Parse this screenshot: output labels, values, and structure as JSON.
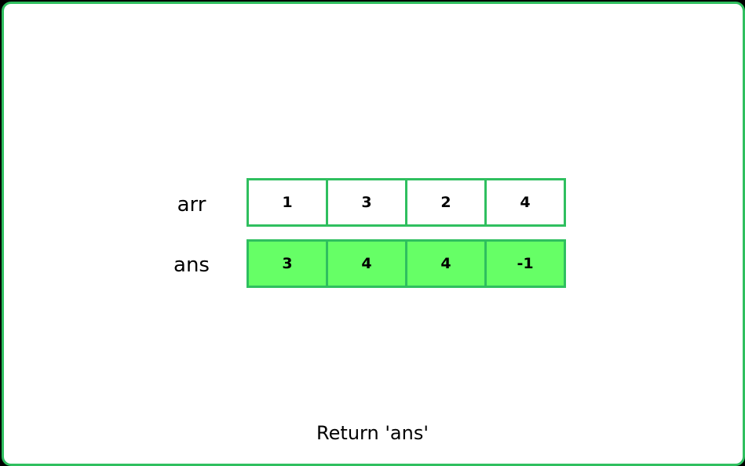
{
  "arr": {
    "label": "arr",
    "values": [
      "1",
      "3",
      "2",
      "4"
    ]
  },
  "ans": {
    "label": "ans",
    "values": [
      "3",
      "4",
      "4",
      "-1"
    ]
  },
  "caption": "Return 'ans'",
  "colors": {
    "border": "#2fbf5f",
    "ans_fill": "#66ff66",
    "background": "#ffffff"
  }
}
